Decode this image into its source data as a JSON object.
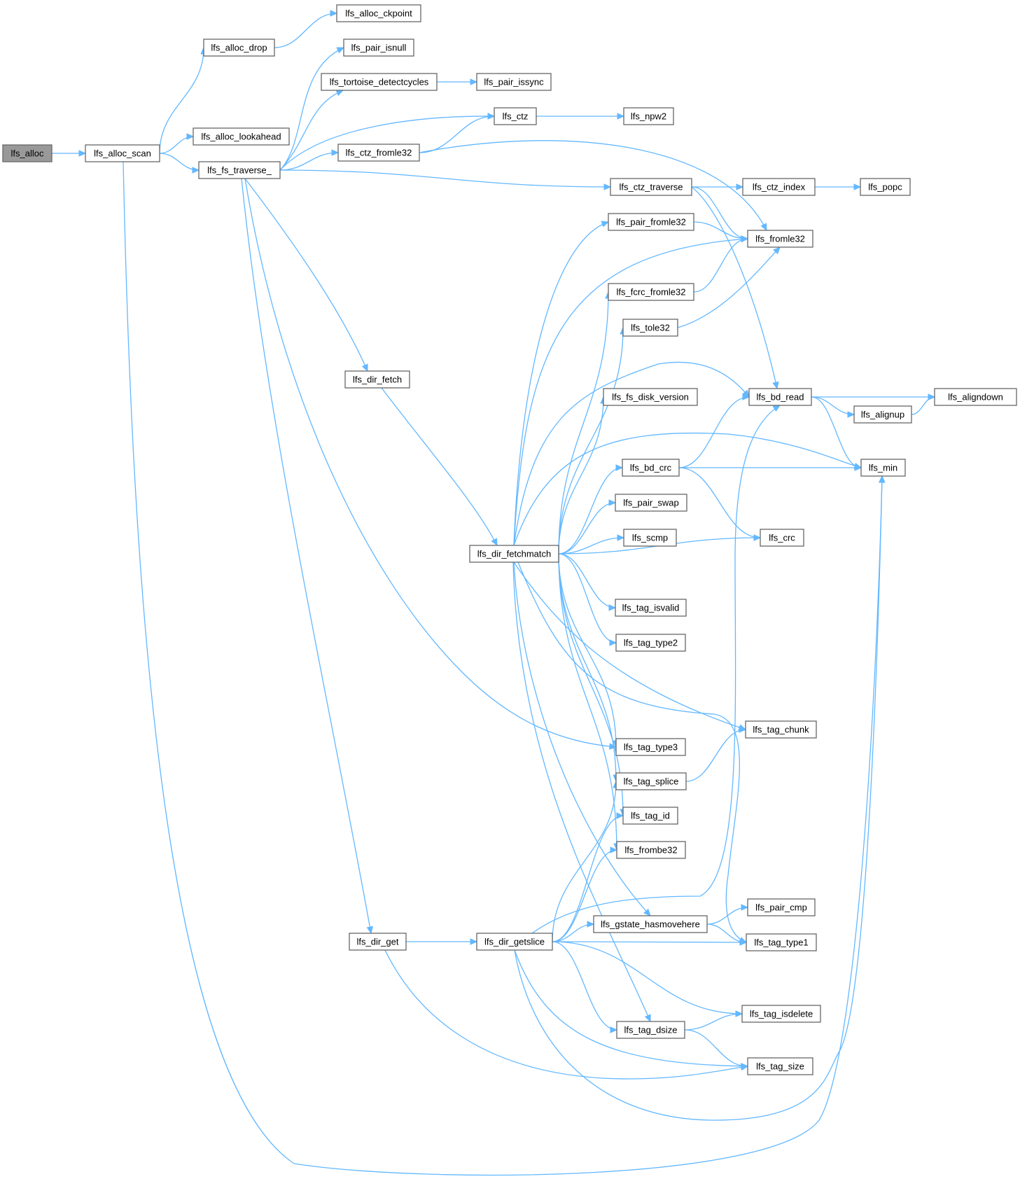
{
  "graph": {
    "root": "lfs_alloc",
    "nodes": [
      "lfs_alloc",
      "lfs_alloc_scan",
      "lfs_alloc_drop",
      "lfs_alloc_ckpoint",
      "lfs_alloc_lookahead",
      "lfs_fs_traverse_",
      "lfs_pair_isnull",
      "lfs_tortoise_detectcycles",
      "lfs_pair_issync",
      "lfs_ctz",
      "lfs_npw2",
      "lfs_ctz_fromle32",
      "lfs_ctz_traverse",
      "lfs_ctz_index",
      "lfs_popc",
      "lfs_pair_fromle32",
      "lfs_fromle32",
      "lfs_fcrc_fromle32",
      "lfs_tole32",
      "lfs_dir_fetch",
      "lfs_fs_disk_version",
      "lfs_bd_read",
      "lfs_aligndown",
      "lfs_alignup",
      "lfs_bd_crc",
      "lfs_min",
      "lfs_pair_swap",
      "lfs_scmp",
      "lfs_dir_fetchmatch",
      "lfs_crc",
      "lfs_tag_isvalid",
      "lfs_tag_type2",
      "lfs_tag_chunk",
      "lfs_tag_type3",
      "lfs_tag_splice",
      "lfs_tag_id",
      "lfs_frombe32",
      "lfs_pair_cmp",
      "lfs_gstate_hasmovehere",
      "lfs_dir_get",
      "lfs_dir_getslice",
      "lfs_tag_type1",
      "lfs_tag_isdelete",
      "lfs_tag_dsize",
      "lfs_tag_size"
    ],
    "edges": [
      [
        "lfs_alloc",
        "lfs_alloc_scan"
      ],
      [
        "lfs_alloc_scan",
        "lfs_alloc_drop"
      ],
      [
        "lfs_alloc_scan",
        "lfs_alloc_lookahead"
      ],
      [
        "lfs_alloc_scan",
        "lfs_fs_traverse_"
      ],
      [
        "lfs_alloc_scan",
        "lfs_min"
      ],
      [
        "lfs_alloc_drop",
        "lfs_alloc_ckpoint"
      ],
      [
        "lfs_fs_traverse_",
        "lfs_pair_isnull"
      ],
      [
        "lfs_fs_traverse_",
        "lfs_tortoise_detectcycles"
      ],
      [
        "lfs_fs_traverse_",
        "lfs_ctz"
      ],
      [
        "lfs_fs_traverse_",
        "lfs_ctz_fromle32"
      ],
      [
        "lfs_fs_traverse_",
        "lfs_ctz_traverse"
      ],
      [
        "lfs_fs_traverse_",
        "lfs_dir_fetch"
      ],
      [
        "lfs_fs_traverse_",
        "lfs_tag_type3"
      ],
      [
        "lfs_fs_traverse_",
        "lfs_dir_get"
      ],
      [
        "lfs_tortoise_detectcycles",
        "lfs_pair_issync"
      ],
      [
        "lfs_ctz",
        "lfs_npw2"
      ],
      [
        "lfs_ctz_fromle32",
        "lfs_ctz"
      ],
      [
        "lfs_ctz_fromle32",
        "lfs_fromle32"
      ],
      [
        "lfs_ctz_traverse",
        "lfs_ctz_index"
      ],
      [
        "lfs_ctz_traverse",
        "lfs_fromle32"
      ],
      [
        "lfs_ctz_traverse",
        "lfs_bd_read"
      ],
      [
        "lfs_ctz_index",
        "lfs_popc"
      ],
      [
        "lfs_pair_fromle32",
        "lfs_fromle32"
      ],
      [
        "lfs_fcrc_fromle32",
        "lfs_fromle32"
      ],
      [
        "lfs_tole32",
        "lfs_fromle32"
      ],
      [
        "lfs_dir_fetch",
        "lfs_dir_fetchmatch"
      ],
      [
        "lfs_dir_fetchmatch",
        "lfs_pair_fromle32"
      ],
      [
        "lfs_dir_fetchmatch",
        "lfs_fromle32"
      ],
      [
        "lfs_dir_fetchmatch",
        "lfs_fcrc_fromle32"
      ],
      [
        "lfs_dir_fetchmatch",
        "lfs_tole32"
      ],
      [
        "lfs_dir_fetchmatch",
        "lfs_bd_read"
      ],
      [
        "lfs_dir_fetchmatch",
        "lfs_fs_disk_version"
      ],
      [
        "lfs_dir_fetchmatch",
        "lfs_min"
      ],
      [
        "lfs_dir_fetchmatch",
        "lfs_bd_crc"
      ],
      [
        "lfs_dir_fetchmatch",
        "lfs_pair_swap"
      ],
      [
        "lfs_dir_fetchmatch",
        "lfs_scmp"
      ],
      [
        "lfs_dir_fetchmatch",
        "lfs_crc"
      ],
      [
        "lfs_dir_fetchmatch",
        "lfs_tag_isvalid"
      ],
      [
        "lfs_dir_fetchmatch",
        "lfs_tag_type2"
      ],
      [
        "lfs_dir_fetchmatch",
        "lfs_tag_chunk"
      ],
      [
        "lfs_dir_fetchmatch",
        "lfs_tag_type3"
      ],
      [
        "lfs_dir_fetchmatch",
        "lfs_tag_type1"
      ],
      [
        "lfs_dir_fetchmatch",
        "lfs_tag_splice"
      ],
      [
        "lfs_dir_fetchmatch",
        "lfs_tag_id"
      ],
      [
        "lfs_dir_fetchmatch",
        "lfs_frombe32"
      ],
      [
        "lfs_dir_fetchmatch",
        "lfs_gstate_hasmovehere"
      ],
      [
        "lfs_dir_fetchmatch",
        "lfs_tag_dsize"
      ],
      [
        "lfs_bd_read",
        "lfs_aligndown"
      ],
      [
        "lfs_bd_read",
        "lfs_alignup"
      ],
      [
        "lfs_bd_read",
        "lfs_min"
      ],
      [
        "lfs_alignup",
        "lfs_aligndown"
      ],
      [
        "lfs_bd_crc",
        "lfs_bd_read"
      ],
      [
        "lfs_bd_crc",
        "lfs_min"
      ],
      [
        "lfs_bd_crc",
        "lfs_crc"
      ],
      [
        "lfs_tag_splice",
        "lfs_tag_chunk"
      ],
      [
        "lfs_gstate_hasmovehere",
        "lfs_pair_cmp"
      ],
      [
        "lfs_gstate_hasmovehere",
        "lfs_tag_type1"
      ],
      [
        "lfs_dir_get",
        "lfs_dir_getslice"
      ],
      [
        "lfs_dir_get",
        "lfs_tag_size"
      ],
      [
        "lfs_dir_getslice",
        "lfs_tag_splice"
      ],
      [
        "lfs_dir_getslice",
        "lfs_tag_id"
      ],
      [
        "lfs_dir_getslice",
        "lfs_frombe32"
      ],
      [
        "lfs_dir_getslice",
        "lfs_bd_read"
      ],
      [
        "lfs_dir_getslice",
        "lfs_gstate_hasmovehere"
      ],
      [
        "lfs_dir_getslice",
        "lfs_tag_type1"
      ],
      [
        "lfs_dir_getslice",
        "lfs_tag_isdelete"
      ],
      [
        "lfs_dir_getslice",
        "lfs_tag_dsize"
      ],
      [
        "lfs_dir_getslice",
        "lfs_tag_size"
      ],
      [
        "lfs_dir_getslice",
        "lfs_min"
      ],
      [
        "lfs_tag_dsize",
        "lfs_tag_isdelete"
      ],
      [
        "lfs_tag_dsize",
        "lfs_tag_size"
      ]
    ]
  },
  "colors": {
    "edge": "#63b8ff",
    "node_border": "#666666",
    "root_fill": "#999999"
  }
}
